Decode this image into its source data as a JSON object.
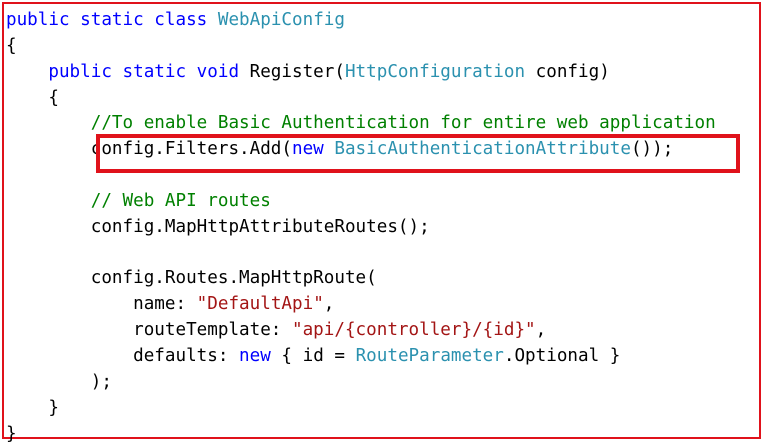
{
  "code": {
    "l1": {
      "kw": "public static class ",
      "type": "WebApiConfig"
    },
    "l2": {
      "text": "{"
    },
    "l3": {
      "kw": "    public static void ",
      "name": "Register(",
      "type": "HttpConfiguration",
      "rest": " config)"
    },
    "l4": {
      "text": "    {"
    },
    "l5": {
      "comment": "        //To enable Basic Authentication for entire web application"
    },
    "l6": {
      "pre": "        config.Filters.Add(",
      "kw": "new ",
      "type": "BasicAuthenticationAttribute",
      "post": "());"
    },
    "l7": {
      "text": ""
    },
    "l8": {
      "comment": "        // Web API routes"
    },
    "l9": {
      "text": "        config.MapHttpAttributeRoutes();"
    },
    "l10": {
      "text": ""
    },
    "l11": {
      "text": "        config.Routes.MapHttpRoute("
    },
    "l12": {
      "pre": "            name: ",
      "str": "\"DefaultApi\"",
      "post": ","
    },
    "l13": {
      "pre": "            routeTemplate: ",
      "str": "\"api/{controller}/{id}\"",
      "post": ","
    },
    "l14": {
      "pre": "            defaults: ",
      "kw": "new",
      "mid": " { id = ",
      "type": "RouteParameter",
      "post": ".Optional }"
    },
    "l15": {
      "text": "        );"
    },
    "l16": {
      "text": "    }"
    },
    "l17": {
      "text": "}"
    }
  },
  "colors": {
    "keyword": "#0000ff",
    "type": "#2b91af",
    "comment": "#008000",
    "string": "#a31515",
    "highlight_border": "#e0121b"
  }
}
